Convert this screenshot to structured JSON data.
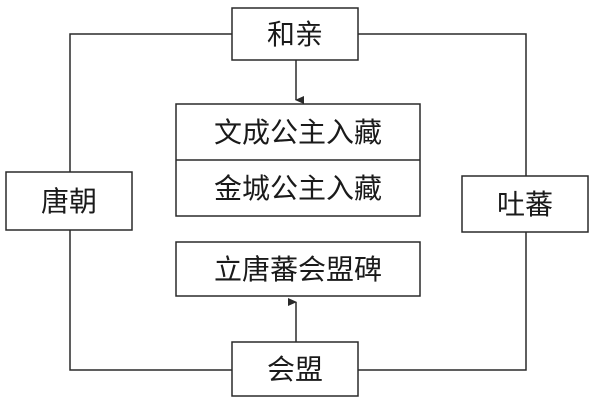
{
  "nodes": {
    "heqin": "和亲",
    "tang": "唐朝",
    "tubo": "吐蕃",
    "huimeng": "会盟",
    "wencheng": "文成公主入藏",
    "jincheng": "金城公主入藏",
    "beiwen": "立唐蕃会盟碑"
  }
}
